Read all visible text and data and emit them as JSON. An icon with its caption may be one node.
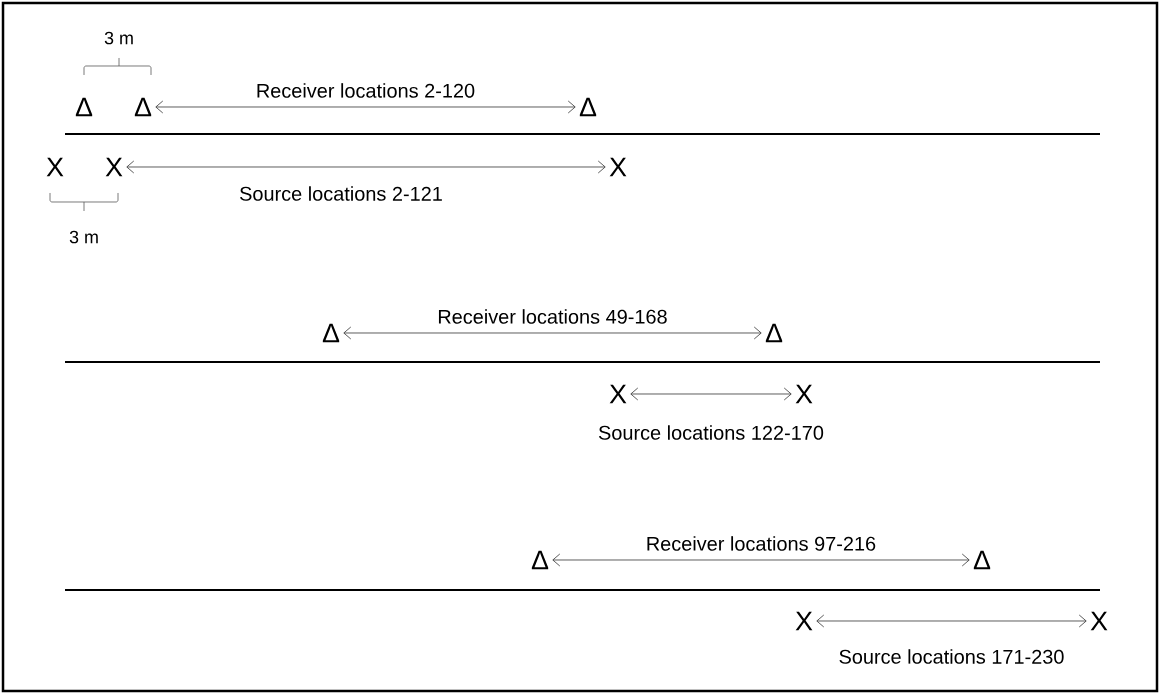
{
  "diagram": {
    "nodes": [
      {
        "text": [
          "Δ"
        ]
      },
      {
        "text": [
          "Δ"
        ]
      },
      {
        "text": [
          "Δ"
        ]
      },
      {
        "text": [
          "X"
        ]
      },
      {
        "text": [
          "X"
        ]
      },
      {
        "text": [
          "X"
        ]
      },
      {
        "text": [
          "Δ"
        ]
      },
      {
        "text": [
          "Δ"
        ]
      },
      {
        "text": [
          "X"
        ]
      },
      {
        "text": [
          "X"
        ]
      },
      {
        "text": [
          "Δ"
        ]
      },
      {
        "text": [
          "Δ"
        ]
      },
      {
        "text": [
          "X"
        ]
      },
      {
        "text": [
          "X"
        ]
      }
    ],
    "edges": [
      {
        "from": 1,
        "to": 2,
        "arrow": "both",
        "label": "Receiver locations 2-120"
      },
      {
        "from": 4,
        "to": 5,
        "arrow": "both",
        "label": "Source locations 2-121"
      },
      {
        "from": 6,
        "to": 7,
        "arrow": "both",
        "label": "Receiver locations 49-168"
      },
      {
        "from": 8,
        "to": 9,
        "arrow": "both",
        "label": "Source locations 122-170"
      },
      {
        "from": 10,
        "to": 11,
        "arrow": "both",
        "label": "Receiver locations 97-216"
      },
      {
        "from": 12,
        "to": 13,
        "arrow": "both",
        "label": "Source locations 171-230"
      }
    ],
    "labels": [
      "3 m",
      "3 m"
    ]
  }
}
